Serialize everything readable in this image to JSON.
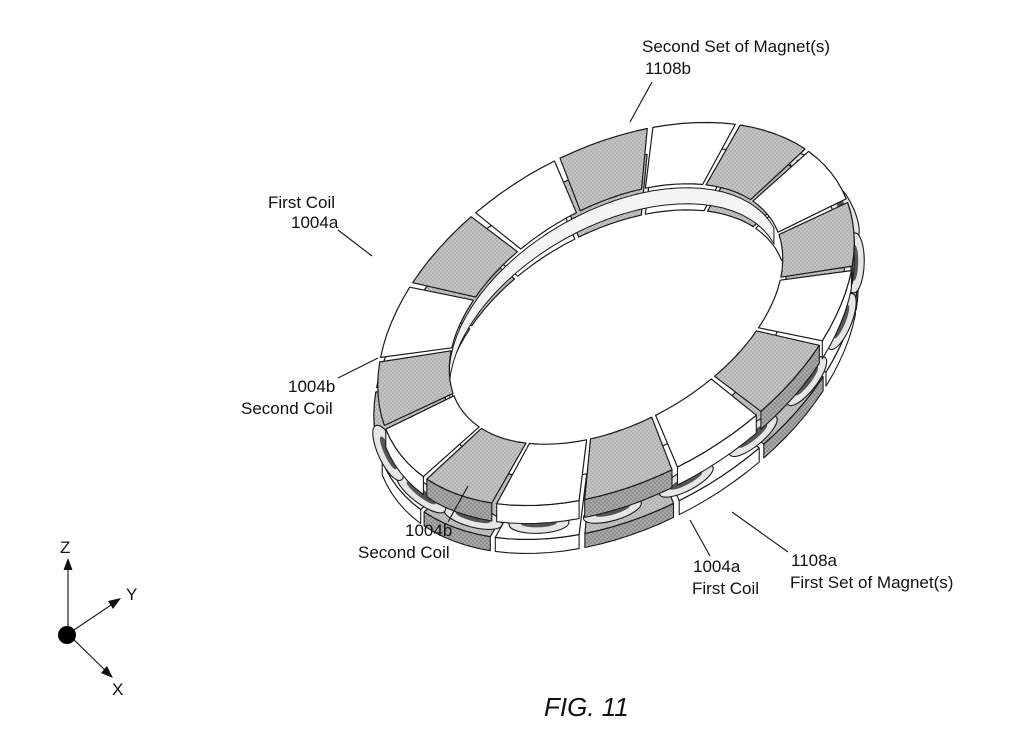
{
  "labels": {
    "second_set_magnets": "Second Set of Magnet(s)",
    "second_set_ref": "1108b",
    "first_coil_top": "First Coil",
    "first_coil_top_ref": "1004a",
    "second_coil_left_ref": "1004b",
    "second_coil_left": "Second Coil",
    "second_coil_bottom_ref": "1004b",
    "second_coil_bottom": "Second Coil",
    "first_coil_bottom_ref": "1004a",
    "first_coil_bottom": "First Coil",
    "first_set_ref": "1108a",
    "first_set_magnets": "First Set of Magnet(s)"
  },
  "axes": {
    "z": "Z",
    "y": "Y",
    "x": "X"
  },
  "caption": "FIG. 11",
  "colors": {
    "shaded_segment": "#b5b5b5",
    "light_segment": "#ffffff",
    "outline": "#1a1a1a"
  }
}
